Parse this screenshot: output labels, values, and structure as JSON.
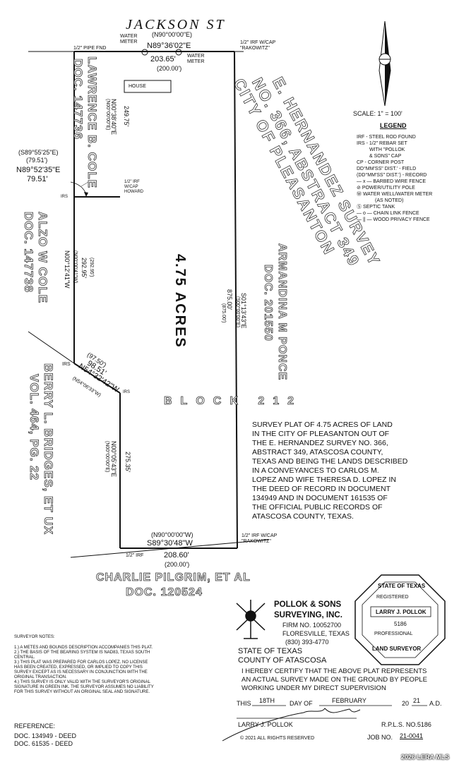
{
  "street": "JACKSON ST",
  "bearings": {
    "north_record": "(N90°00'00\"E)",
    "north_field": "N89°36'02\"E",
    "north_dist": "203.65'",
    "north_dist_record": "(200.00')",
    "west_upper_field": "N00°38'40\"E",
    "west_upper_record": "(N00°00'00\"E)",
    "west_upper_dist": "249.75'",
    "jog_record": "(S89°55'25\"E)",
    "jog_record_dist": "(79.51')",
    "jog_field": "N89°52'35\"E",
    "jog_dist": "79.51'",
    "west_mid_field": "N00°12'41\"W",
    "west_mid_record": "(N00°00'41\"W)",
    "west_mid_dist": "292.95'",
    "west_mid_record_dist": "(292.95')",
    "diag_record_dist": "(97.50')",
    "diag_dist": "98.51'",
    "diag_field": "N54°32'42\"W",
    "diag_record": "(N54°06'33\"W)",
    "west_low_field": "N00°05'43\"E",
    "west_low_record": "(N00°00'00\"E)",
    "west_low_dist": "275.35'",
    "east_record": "(S00°00'00\"E)",
    "east_record_dist": "(875.00')",
    "east_dist": "875.00'",
    "east_field": "S01°13'43\"E",
    "south_record": "(N90°00'00\"W)",
    "south_field": "S89°30'48\"W",
    "south_dist": "208.60'",
    "south_dist_record": "(200.00')"
  },
  "labels": {
    "pipe_fnd": "1/2\" PIPE FND",
    "water_meter_1": "WATER METER",
    "water_meter_2": "WATER METER",
    "irf_cap_ne": "1/2\" IRF W/CAP \"RAKOWITZ\"",
    "house": "HOUSE",
    "irf_howard": "1/2\" IRF W/CAP HOWARD",
    "irs_1": "IRS",
    "irs_2": "IRS",
    "irs_3": "IRS",
    "irf_sw": "1/2\" IRF",
    "irf_cap_se": "1/2\" IRF W/CAP \"RAKOWITZ\"",
    "acres": "4.75 ACRES",
    "block": "BLOCK 212"
  },
  "owners": {
    "lawrence_name": "LAWRENCE B. COLE",
    "lawrence_doc": "DOC. 147736",
    "alzo_name": "ALZO W COLE",
    "alzo_doc": "DOC. 147738",
    "berry_name": "BERRY L. BRIDGES, ET UX",
    "berry_vol": "VOL. 464, PG. 22",
    "armandina_name": "ARMANDINA M PONCE",
    "armandina_doc": "DOC. 201550",
    "charlie_name": "CHARLIE PILGRIM, ET AL",
    "charlie_doc": "DOC. 120524"
  },
  "survey_title": {
    "line1": "E. HERNANDEZ SURVEY",
    "line2": "NO. 366, ABSTRACT 349",
    "line3": "CITY OF PLEASANTON"
  },
  "scale": "SCALE: 1\" = 100'",
  "legend": {
    "title": "LEGEND",
    "items": [
      "IRF - STEEL ROD FOUND",
      "IRS - 1/2\" REBAR SET",
      "WITH \"POLLOK",
      "& SONS\" CAP",
      "CP - CORNER POST",
      "DD°MM'SS\" DIST.' - FIELD",
      "(DD°MM'SS\" DIST.') - RECORD",
      "— x — BARBED WIRE FENCE",
      "POWER/UTILITY POLE",
      "WATER WELL/WATER METER",
      "(AS NOTED)",
      "SEPTIC TANK",
      "— o — CHAIN LINK FENCE",
      "— || — WOOD PRIVACY FENCE"
    ]
  },
  "description": [
    "SURVEY PLAT OF 4.75 ACRES OF LAND",
    "IN THE CITY OF PLEASANTON OUT OF",
    "THE E. HERNANDEZ SURVEY NO. 366,",
    "ABSTRACT 349, ATASCOSA COUNTY,",
    "TEXAS AND BEING THE LANDS DESCRIBED",
    "IN A CONVEYANCES TO CARLOS M.",
    "LOPEZ AND WIFE THERESA D. LOPEZ IN",
    "THE DEED OF RECORD IN DOCUMENT",
    "134949 AND IN DOCUMENT 161535 OF",
    "THE OFFICIAL PUBLIC RECORDS OF",
    "ATASCOSA COUNTY, TEXAS."
  ],
  "company": {
    "name1": "POLLOK & SONS",
    "name2": "SURVEYING, INC.",
    "firm": "FIRM NO. 10052700",
    "city": "FLORESVILLE, TEXAS",
    "phone": "(830) 393-4770"
  },
  "seal": {
    "top": "STATE OF TEXAS",
    "registered": "REGISTERED",
    "name": "LARRY J. POLLOK",
    "number": "5186",
    "professional": "PROFESSIONAL",
    "bottom": "LAND SURVEYOR"
  },
  "certification": {
    "state": "STATE OF TEXAS",
    "county": "COUNTY OF ATASCOSA",
    "line1": "I HEREBY CERTIFY THAT THE ABOVE PLAT REPRESENTS",
    "line2": "AN ACTUAL SURVEY MADE ON THE GROUND BY PEOPLE",
    "line3": "WORKING UNDER MY DIRECT SUPERVISION",
    "this": "THIS",
    "day": "18TH",
    "day_of": "DAY OF",
    "month": "FEBRUARY",
    "year_pre": "20",
    "year": "21",
    "ad": "A.D.",
    "surveyor": "LARRY J. POLLOK",
    "rpls": "R.P.L.S. NO.5186",
    "job_label": "JOB NO.",
    "job": "21-0041",
    "copyright": "© 2021 ALL RIGHTS RESERVED"
  },
  "notes": {
    "title": "SURVEYOR NOTES:",
    "items": [
      "1.) A METES AND BOUNDS DESCRIPTION ACCOMPANIES THIS PLAT.",
      "2.) THE BASIS OF THE BEARING SYSTEM IS NAD83, TEXAS SOUTH",
      "CENTRAL.",
      "3.) THIS PLAT WAS PREPARED FOR CARLOS LOPEZ. NO LICENSE",
      "HAS BEEN CREATED, EXPRESSED, OR IMPLIED TO COPY THIS",
      "SURVEY EXCEPT AS IS NECESSARY IN CONJUNCTION WITH THE",
      "ORIGINAL TRANSACTION.",
      "4.) THIS SURVEY IS ONLY VALID WITH THE SURVEYOR'S ORIGINAL",
      "SIGNATURE IN GREEN INK. THE SURVEYOR ASSUMES NO LIABILITY",
      "FOR THIS SURVEY WITHOUT AN ORIGINAL SEAL AND SIGNATURE."
    ]
  },
  "reference": {
    "title": "REFERENCE:",
    "line1": "DOC. 134949 - DEED",
    "line2": "DOC. 61535 - DEED"
  },
  "watermark": "2026 LERA MLS"
}
